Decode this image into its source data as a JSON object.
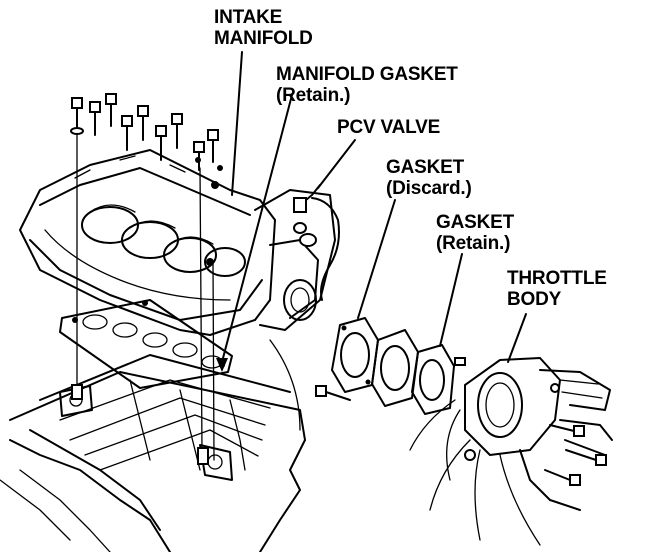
{
  "labels": {
    "intake_manifold_line1": "INTAKE",
    "intake_manifold_line2": "MANIFOLD",
    "manifold_gasket_line1": "MANIFOLD GASKET",
    "manifold_gasket_line2": "(Retain.)",
    "pcv_valve": "PCV VALVE",
    "gasket_discard_line1": "GASKET",
    "gasket_discard_line2": "(Discard.)",
    "gasket_retain_line1": "GASKET",
    "gasket_retain_line2": "(Retain.)",
    "throttle_body_line1": "THROTTLE",
    "throttle_body_line2": "BODY"
  }
}
